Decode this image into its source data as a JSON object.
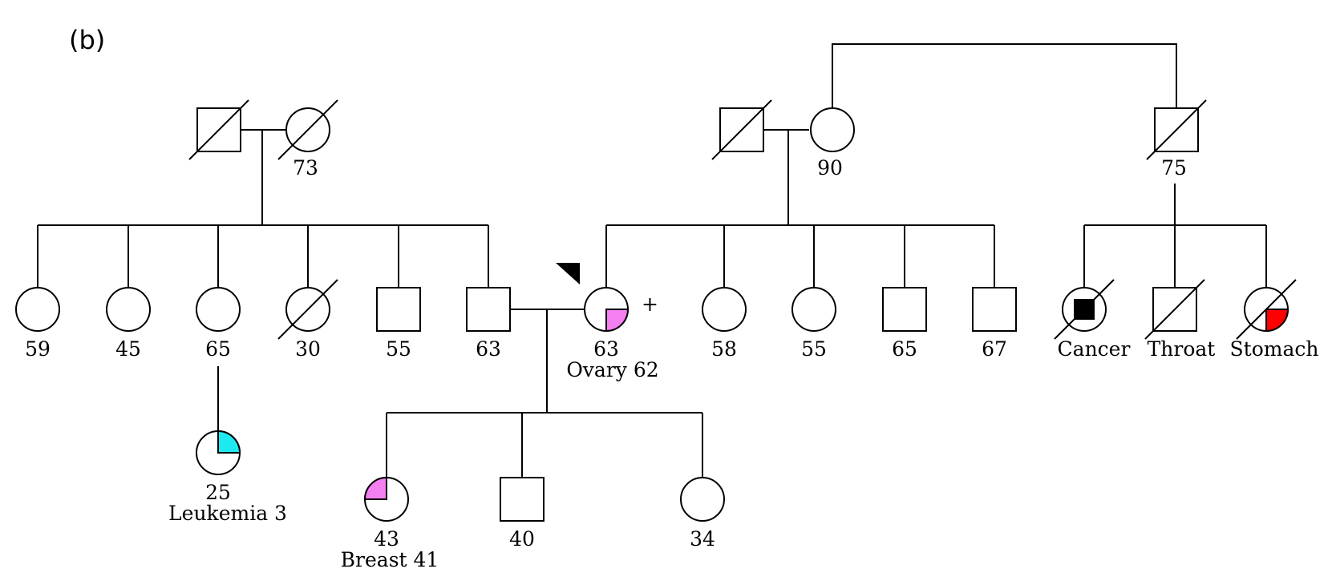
{
  "panel_label": "(b)",
  "colors": {
    "ovary_breast": "#f47ff0",
    "leukemia": "#1ee9ee",
    "stomach": "#ff0000",
    "cancer": "#000000"
  },
  "carrier_mark": "+",
  "individuals": {
    "g1_paternal_gf": {
      "sex": "male",
      "deceased": true
    },
    "g1_paternal_gm": {
      "sex": "female",
      "deceased": true,
      "age": "73"
    },
    "g1_maternal_gf": {
      "sex": "male",
      "deceased": true
    },
    "g1_maternal_gm": {
      "sex": "female",
      "deceased": false,
      "age": "90"
    },
    "g1_great_uncle": {
      "sex": "male",
      "deceased": true,
      "age": "75"
    },
    "g2_aunt_59": {
      "sex": "female",
      "deceased": false,
      "age": "59"
    },
    "g2_aunt_45": {
      "sex": "female",
      "deceased": false,
      "age": "45"
    },
    "g2_aunt_65": {
      "sex": "female",
      "deceased": false,
      "age": "65"
    },
    "g2_aunt_30": {
      "sex": "female",
      "deceased": true,
      "age": "30"
    },
    "g2_uncle_55": {
      "sex": "male",
      "deceased": false,
      "age": "55"
    },
    "g2_father": {
      "sex": "male",
      "deceased": false,
      "age": "63"
    },
    "g2_mother": {
      "sex": "female",
      "deceased": false,
      "age": "63",
      "diagnosis": "Ovary 62",
      "affected_quadrant": "bottom-right",
      "color": "#f47ff0",
      "proband": true
    },
    "g2_aunt_58": {
      "sex": "female",
      "deceased": false,
      "age": "58"
    },
    "g2_aunt_55": {
      "sex": "female",
      "deceased": false,
      "age": "55"
    },
    "g2_uncle_65": {
      "sex": "male",
      "deceased": false,
      "age": "65"
    },
    "g2_uncle_67": {
      "sex": "male",
      "deceased": false,
      "age": "67"
    },
    "g2_cousin_cancer": {
      "sex": "female",
      "deceased": true,
      "diagnosis": "Cancer",
      "inner_filled_square": true
    },
    "g2_cousin_throat": {
      "sex": "male",
      "deceased": true,
      "diagnosis": "Throat"
    },
    "g2_cousin_stomach": {
      "sex": "female",
      "deceased": true,
      "diagnosis": "Stomach",
      "affected_quadrant": "bottom-right",
      "color": "#ff0000"
    },
    "g3_cousin_25": {
      "sex": "female",
      "deceased": false,
      "age": "25",
      "diagnosis": "Leukemia 3",
      "affected_quadrant": "top-right",
      "color": "#1ee9ee"
    },
    "g3_daughter_43": {
      "sex": "female",
      "deceased": false,
      "age": "43",
      "diagnosis": "Breast 41",
      "affected_quadrant": "top-left",
      "color": "#f47ff0"
    },
    "g3_son_40": {
      "sex": "male",
      "deceased": false,
      "age": "40"
    },
    "g3_daughter_34": {
      "sex": "female",
      "deceased": false,
      "age": "34"
    }
  }
}
